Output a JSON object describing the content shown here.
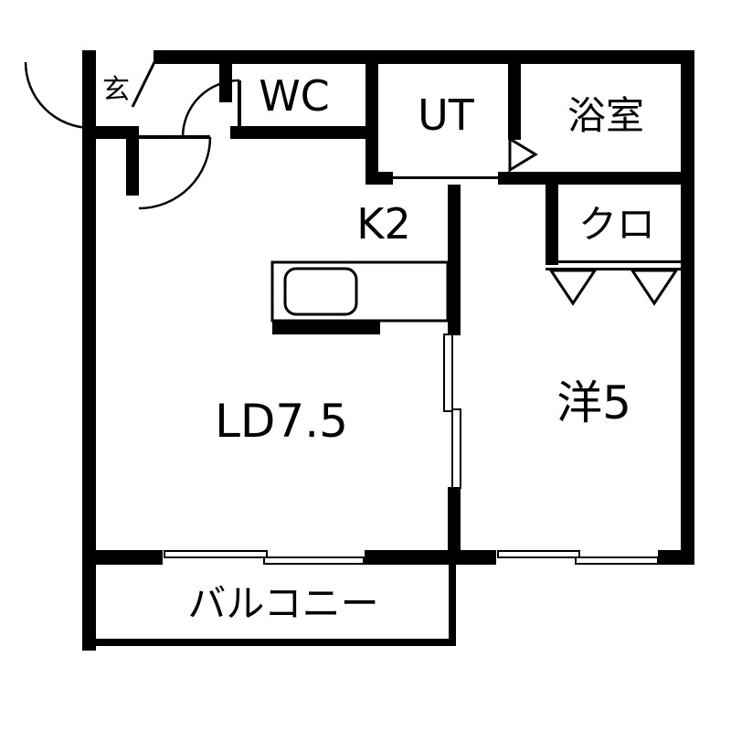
{
  "title": "apartment-floor-plan",
  "colors": {
    "wall": "#000000",
    "background": "#ffffff"
  },
  "rooms": {
    "genkan": {
      "label": "玄"
    },
    "wc": {
      "label": "WC"
    },
    "ut": {
      "label": "UT"
    },
    "bathroom": {
      "label": "浴室"
    },
    "kitchen": {
      "label": "K2"
    },
    "closet": {
      "label": "クロ"
    },
    "living_dining": {
      "label": "LD7.5"
    },
    "western_room": {
      "label": "洋5"
    },
    "balcony": {
      "label": "バルコニー"
    }
  }
}
